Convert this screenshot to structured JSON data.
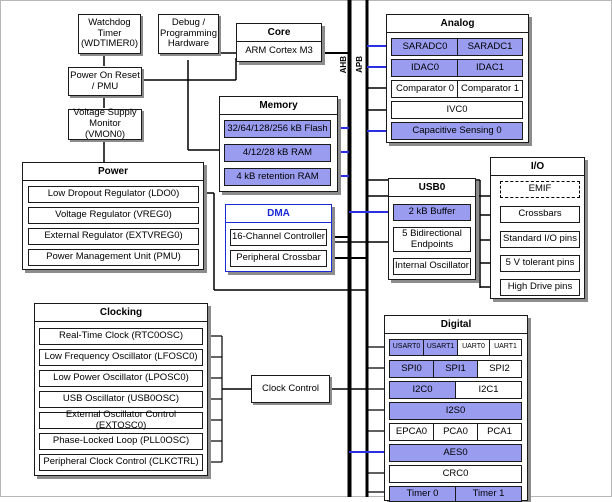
{
  "colors": {
    "peripheral_blue": "#9a9cf0",
    "line_blue": "#2a2fe0",
    "line_black": "#000000",
    "dma_title": "#1a2bd6"
  },
  "bus_labels": {
    "ahb": "AHB",
    "apb": "APB"
  },
  "top": {
    "watchdog": "Watchdog Timer (WDTIMER0)",
    "debug": "Debug / Programming Hardware",
    "core_title": "Core",
    "core_cpu": "ARM Cortex M3",
    "por": "Power On Reset / PMU",
    "vmon": "Voltage Supply Monitor (VMON0)"
  },
  "memory": {
    "title": "Memory",
    "items": [
      "32/64/128/256 kB Flash",
      "4/12/28 kB RAM",
      "4 kB retention RAM"
    ]
  },
  "power": {
    "title": "Power",
    "items": [
      "Low Dropout Regulator (LDO0)",
      "Voltage Regulator (VREG0)",
      "External Regulator (EXTVREG0)",
      "Power Management Unit (PMU)"
    ]
  },
  "dma": {
    "title": "DMA",
    "items": [
      "16-Channel Controller",
      "Peripheral Crossbar"
    ]
  },
  "analog": {
    "title": "Analog",
    "saradc0": "SARADC0",
    "saradc1": "SARADC1",
    "idac0": "IDAC0",
    "idac1": "IDAC1",
    "comp0": "Comparator 0",
    "comp1": "Comparator 1",
    "ivc0": "IVC0",
    "cap": "Capacitive Sensing 0"
  },
  "usb": {
    "title": "USB0",
    "buffer": "2 kB Buffer",
    "endpoints": "5 Bidirectional Endpoints",
    "osc": "Internal Oscillator"
  },
  "io": {
    "title": "I/O",
    "items": [
      "EMIF",
      "Crossbars",
      "Standard I/O pins",
      "5 V tolerant pins",
      "High Drive pins"
    ]
  },
  "clocking": {
    "title": "Clocking",
    "items": [
      "Real-Time Clock (RTC0OSC)",
      "Low Frequency Oscillator (LFOSC0)",
      "Low Power Oscillator (LPOSC0)",
      "USB Oscillator (USB0OSC)",
      "External Oscillator Control (EXTOSC0)",
      "Phase-Locked Loop (PLL0OSC)",
      "Peripheral Clock Control (CLKCTRL)"
    ],
    "control": "Clock Control"
  },
  "digital": {
    "title": "Digital",
    "usart0": "USART0",
    "usart1": "USART1",
    "uart0": "UART0",
    "uart1": "UART1",
    "spi0": "SPI0",
    "spi1": "SPI1",
    "spi2": "SPI2",
    "i2c0": "I2C0",
    "i2c1": "I2C1",
    "i2s0": "I2S0",
    "epca0": "EPCA0",
    "pca0": "PCA0",
    "pca1": "PCA1",
    "aes0": "AES0",
    "crc0": "CRC0",
    "timer0": "Timer 0",
    "timer1": "Timer 1"
  }
}
